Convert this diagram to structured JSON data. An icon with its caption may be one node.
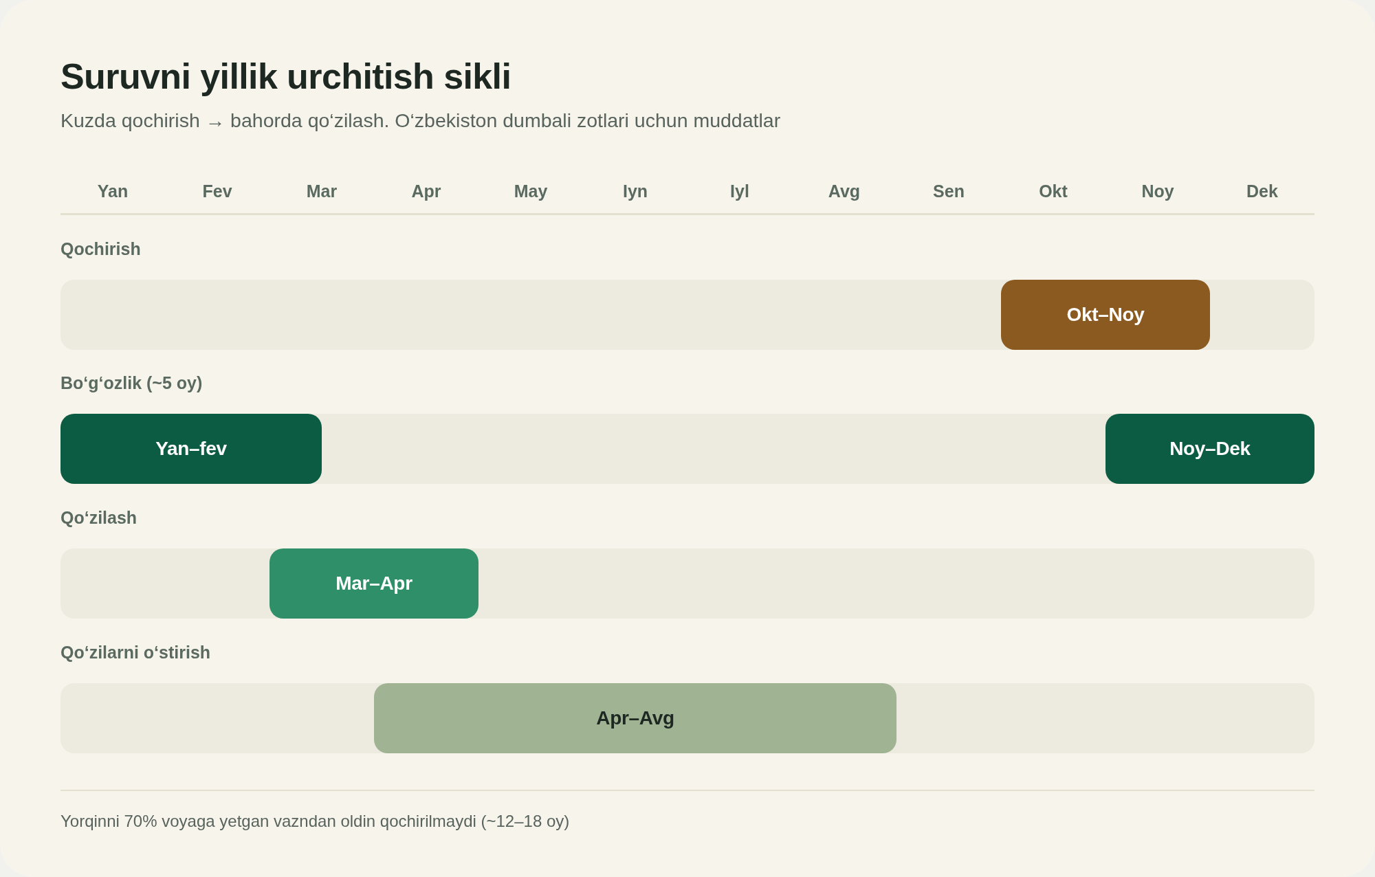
{
  "diagram": {
    "title": "Suruvni yillik urchitish sikli",
    "caption": "Kuzda qochirish → bahorda qo‘zilash. O‘zbekiston dumbali zotlari uchun muddatlar",
    "nodes": [
      {
        "text": [
          "Qochirish"
        ]
      },
      {
        "text": [
          "Okt–Noy"
        ],
        "in": 0
      },
      {
        "text": [
          "Bo‘g‘ozlik (~5 oy)"
        ]
      },
      {
        "text": [
          "Yan–fev"
        ],
        "in": 2
      },
      {
        "text": [
          "Noy–Dek"
        ],
        "in": 2
      },
      {
        "text": [
          "Qo‘zilash"
        ]
      },
      {
        "text": [
          "Mar–Apr"
        ],
        "in": 5
      },
      {
        "text": [
          "Qo‘zilarni o‘stirish"
        ]
      },
      {
        "text": [
          "Apr–Avg"
        ],
        "in": 7
      }
    ],
    "labels": [
      "Yan",
      "Fev",
      "Mar",
      "Apr",
      "May",
      "Iyn",
      "Iyl",
      "Avg",
      "Sen",
      "Okt",
      "Noy",
      "Dek",
      "Yorqinni 70% voyaga yetgan vazndan oldin qochirilmaydi (~12–18 oy)"
    ]
  }
}
